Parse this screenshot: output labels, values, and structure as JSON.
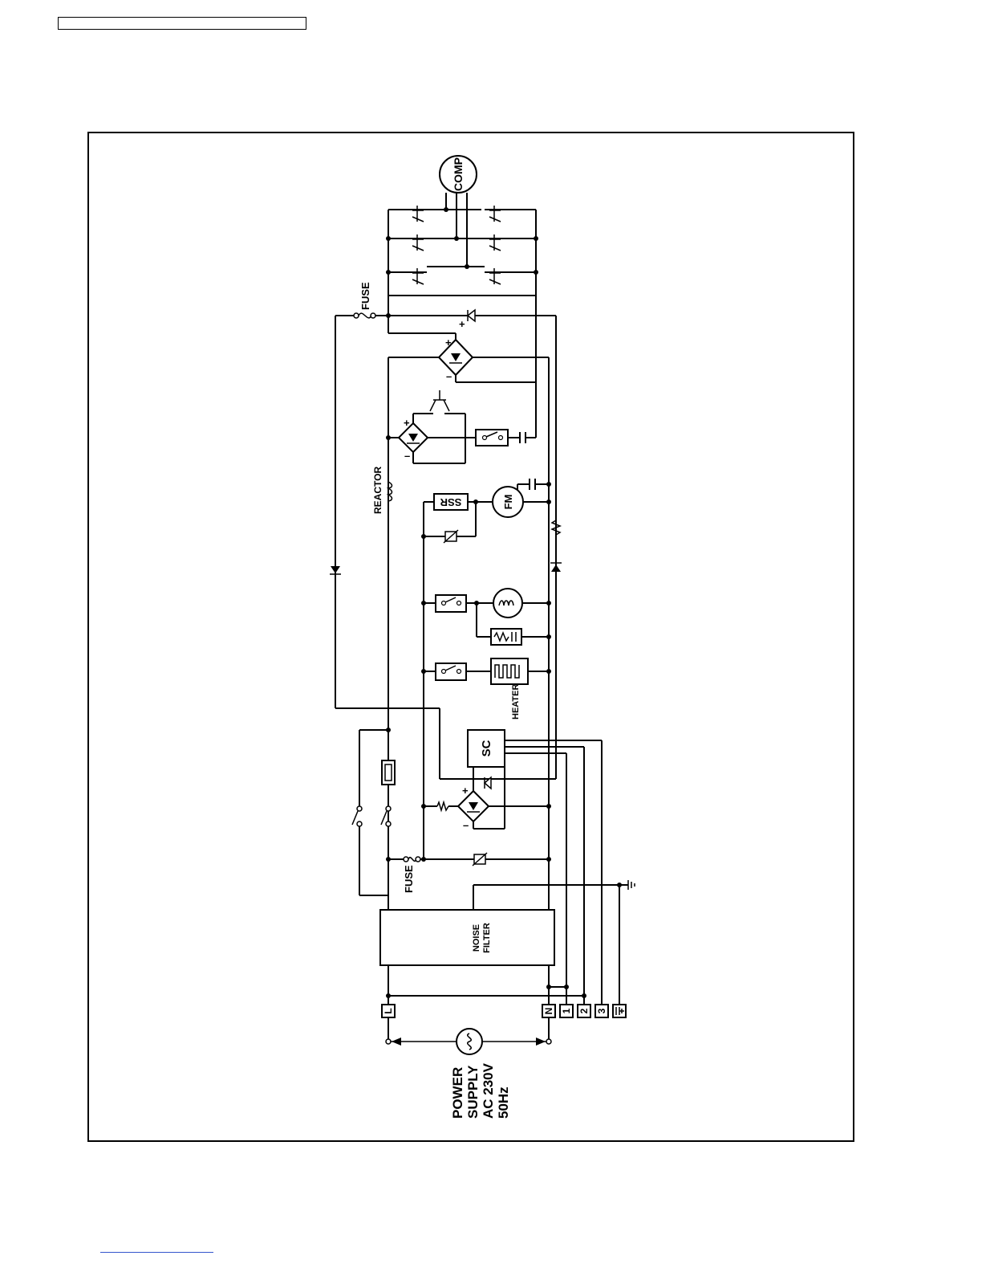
{
  "diagram": {
    "labels": {
      "comp": "COMP",
      "fuse_top": "FUSE",
      "fuse_bottom": "FUSE",
      "reactor": "REACTOR",
      "ssr": "SSR",
      "fm": "FM",
      "heater": "HEATER",
      "sc": "SC",
      "noise_filter_1": "NOISE",
      "noise_filter_2": "FILTER",
      "terminal_l": "L",
      "terminal_n": "N",
      "terminal_1": "1",
      "terminal_2": "2",
      "terminal_3": "3",
      "power_1": "POWER",
      "power_2": "SUPPLY",
      "power_3": "AC 230V",
      "power_4": "50Hz",
      "plus": "+",
      "minus": "–"
    }
  }
}
